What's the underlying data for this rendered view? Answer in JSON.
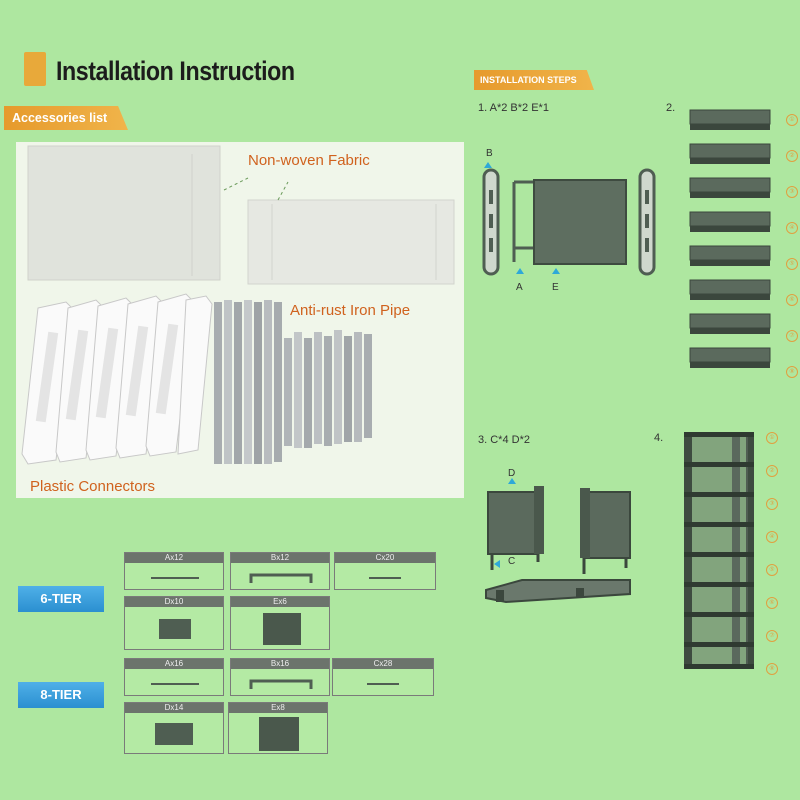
{
  "header": {
    "title": "Installation Instruction"
  },
  "accessories": {
    "tag": "Accessories list",
    "nonwoven_label": "Non-woven Fabric",
    "pipe_label": "Anti-rust Iron Pipe",
    "connector_label": "Plastic Connectors"
  },
  "steps": {
    "tag": "INSTALLATION STEPS",
    "step1": "1. A*2 B*2 E*1",
    "step2": "2.",
    "step3": "3. C*4 D*2",
    "step4": "4.",
    "letter_b": "B",
    "letter_a": "A",
    "letter_e": "E",
    "letter_d": "D",
    "letter_c": "C",
    "step2_numbers": [
      "①",
      "②",
      "③",
      "④",
      "⑤",
      "⑥",
      "⑦",
      "⑧"
    ],
    "step4_numbers": [
      "①",
      "②",
      "③",
      "④",
      "⑤",
      "⑥",
      "⑦",
      "⑧"
    ]
  },
  "tiers": {
    "six": {
      "label": "6-TIER",
      "parts": [
        {
          "name": "Ax12"
        },
        {
          "name": "Bx12"
        },
        {
          "name": "Cx20"
        },
        {
          "name": "Dx10"
        },
        {
          "name": "Ex6"
        }
      ]
    },
    "eight": {
      "label": "8-TIER",
      "parts": [
        {
          "name": "Ax16"
        },
        {
          "name": "Bx16"
        },
        {
          "name": "Cx28"
        },
        {
          "name": "Dx14"
        },
        {
          "name": "Ex8"
        }
      ]
    }
  },
  "colors": {
    "background": "#aee7a0",
    "accent_orange": "#e69a2c",
    "tier_blue": "#2b8fd0",
    "frame_green": "#4f5e52"
  }
}
